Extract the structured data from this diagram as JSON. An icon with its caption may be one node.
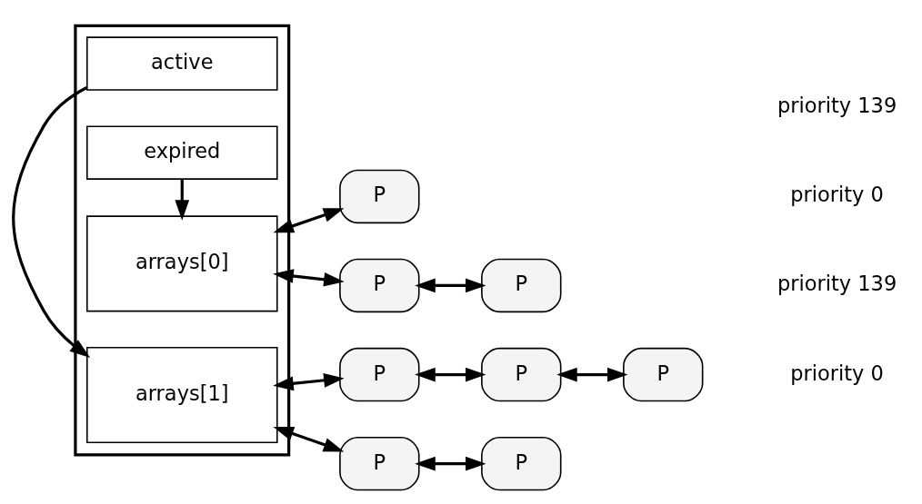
{
  "diagram": {
    "nodes": [
      {
        "text": [],
        "shape": "box"
      },
      {
        "text": [
          "active"
        ],
        "in": 0
      },
      {
        "text": [
          "expired"
        ],
        "in": 0
      },
      {
        "text": [
          "arrays[0]"
        ],
        "in": 0
      },
      {
        "text": [
          "arrays[1]"
        ],
        "in": 0
      },
      {
        "text": [
          "P"
        ]
      },
      {
        "text": [
          "P"
        ]
      },
      {
        "text": [
          "P"
        ]
      },
      {
        "text": [
          "P"
        ]
      },
      {
        "text": [
          "P"
        ]
      },
      {
        "text": [
          "P"
        ]
      },
      {
        "text": [
          "P"
        ]
      },
      {
        "text": [
          "P"
        ]
      }
    ],
    "edges": [
      {
        "from": 1,
        "to": 4,
        "arrow": "to"
      },
      {
        "from": 2,
        "to": 3,
        "arrow": "to"
      },
      {
        "from": 3,
        "to": 5,
        "arrow": "both"
      },
      {
        "from": 3,
        "to": 6,
        "arrow": "both"
      },
      {
        "from": 6,
        "to": 7,
        "arrow": "both"
      },
      {
        "from": 4,
        "to": 8,
        "arrow": "both"
      },
      {
        "from": 8,
        "to": 9,
        "arrow": "both"
      },
      {
        "from": 9,
        "to": 10,
        "arrow": "both"
      },
      {
        "from": 4,
        "to": 11,
        "arrow": "both"
      },
      {
        "from": 11,
        "to": 12,
        "arrow": "both"
      }
    ],
    "labels": [
      "priority 0",
      "priority 139",
      "priority 0",
      "priority 139"
    ]
  }
}
